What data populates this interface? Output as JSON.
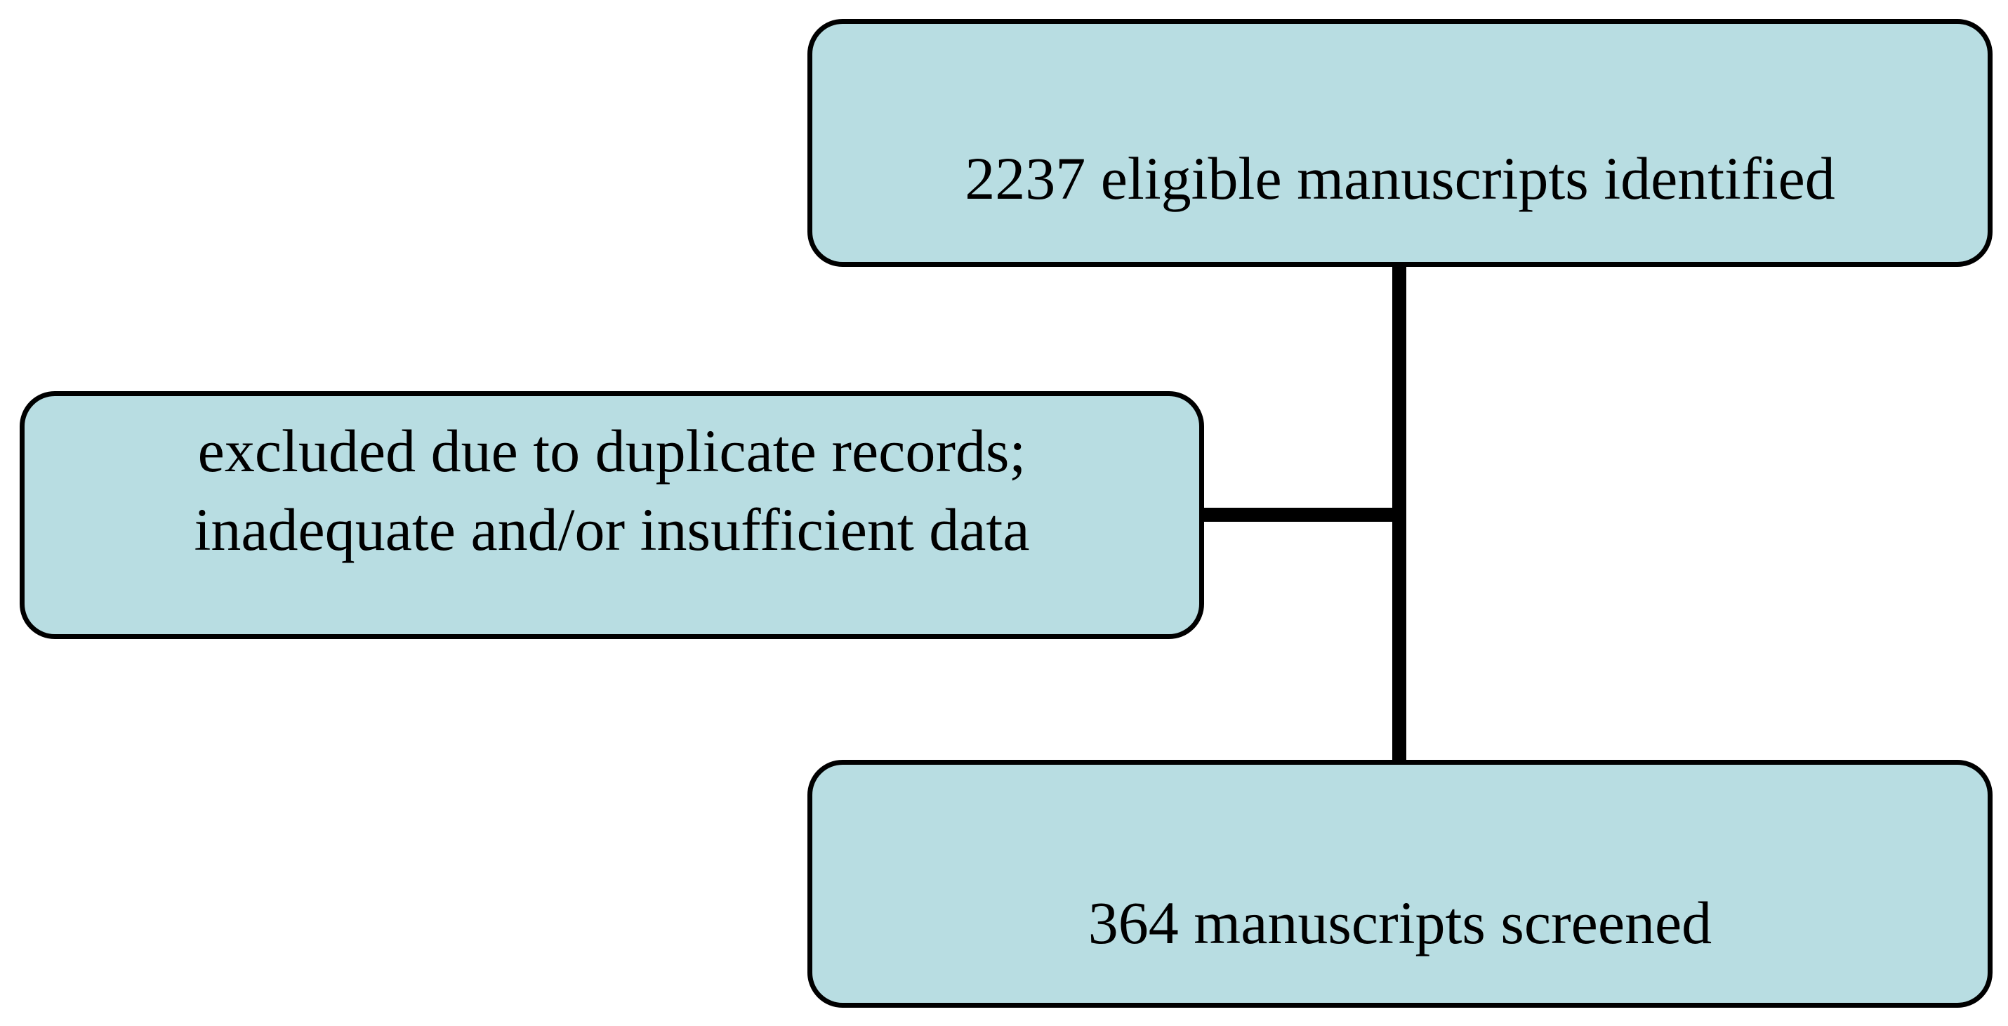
{
  "diagram": {
    "type": "flowchart",
    "colors": {
      "background": "#ffffff",
      "box_fill": "#b8dde2",
      "box_border": "#000000",
      "connector": "#000000",
      "text": "#000000"
    },
    "nodes": {
      "identified": {
        "label": "2237 eligible manuscripts identified"
      },
      "excluded": {
        "lines": [
          "excluded due to duplicate records;",
          "inadequate and/or insufficient data"
        ]
      },
      "screened": {
        "label": "364 manuscripts screened"
      }
    },
    "connectors": [
      {
        "from": "identified",
        "to": "screened",
        "orientation": "vertical"
      },
      {
        "from": "excluded",
        "to": "main-flow",
        "orientation": "horizontal"
      }
    ]
  }
}
